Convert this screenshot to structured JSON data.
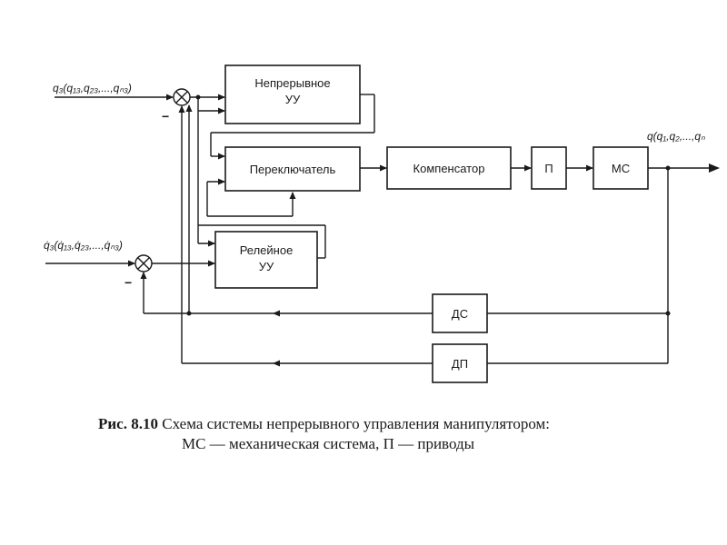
{
  "diagram": {
    "blocks": {
      "continuous": [
        "Непрерывное",
        "УУ"
      ],
      "switch": "Переключатель",
      "relay": [
        "Релейное",
        "УУ"
      ],
      "compensator": "Компенсатор",
      "drive": "П",
      "mech": "МС",
      "ds": "ДС",
      "dp": "ДП"
    },
    "signals": {
      "input_position": "q₃(q₁₃,q₂₃,...,qₙ₃)",
      "input_velocity": "q̇₃(q̇₁₃,q̇₂₃,...,q̇ₙ₃)",
      "output": "q(q₁,q₂,...,qₙ"
    },
    "minus_sign": "−"
  },
  "caption": {
    "figure_label": "Рис. 8.10",
    "line1": "Схема системы непрерывного управления манипулятором:",
    "line2": "МС — механическая  система, П — приводы"
  }
}
